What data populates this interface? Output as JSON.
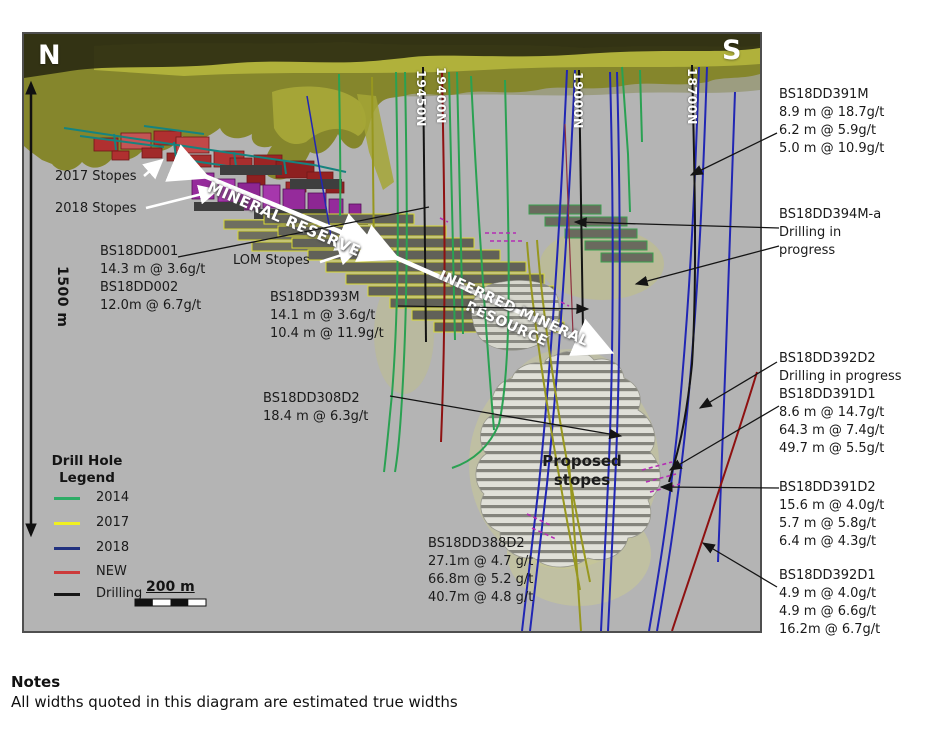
{
  "compass": {
    "north": "N",
    "south": "S"
  },
  "scales": {
    "vertical_extent": "1500 m",
    "bar": "200 m"
  },
  "section_lines": {
    "s1": "19450N",
    "s2": "19400N",
    "s3": "19000N",
    "s4": "18700N"
  },
  "panel_labels": {
    "stopes_2017": "2017 Stopes",
    "stopes_2018": "2018 Stopes",
    "lom_stopes": "LOM Stopes",
    "proposed_line1": "Proposed",
    "proposed_line2": "stopes",
    "reserve_arrow": "MINERAL RESERVE",
    "inferred_line1": "INFERRED MINERAL",
    "inferred_line2": "RESOURCE"
  },
  "left_results": {
    "b001": {
      "l1": "BS18DD001",
      "l2": "14.3 m @ 3.6g/t",
      "l3": "BS18DD002",
      "l4": "12.0m @ 6.7g/t"
    },
    "b393": {
      "l1": "BS18DD393M",
      "l2": "14.1 m @ 3.6g/t",
      "l3": "10.4 m @ 11.9g/t"
    },
    "b308": {
      "l1": "BS18DD308D2",
      "l2": "18.4 m @ 6.3g/t"
    },
    "b388": {
      "l1": "BS18DD388D2",
      "l2": "27.1m @ 4.7 g/t",
      "l3": "66.8m @ 5.2 g/t",
      "l4": "40.7m @ 4.8 g/t"
    }
  },
  "right_results": {
    "b391m": {
      "l1": "BS18DD391M",
      "l2": "8.9 m @ 18.7g/t",
      "l3": "6.2 m @ 5.9g/t",
      "l4": "5.0 m @ 10.9g/t"
    },
    "b394m": {
      "l1": "BS18DD394M-a",
      "l2": "Drilling in",
      "l3": "progress"
    },
    "b392d2": {
      "l1": "BS18DD392D2",
      "l2": "Drilling in progress",
      "l3": "BS18DD391D1",
      "l4": "8.6 m @ 14.7g/t",
      "l5": "64.3 m @ 7.4g/t",
      "l6": "49.7 m @ 5.5g/t"
    },
    "b391d2": {
      "l1": "BS18DD391D2",
      "l2": "15.6 m @ 4.0g/t",
      "l3": "5.7 m @ 5.8g/t",
      "l4": "6.4 m @ 4.3g/t"
    },
    "b392d1": {
      "l1": "BS18DD392D1",
      "l2": "4.9 m @ 4.0g/t",
      "l3": "4.9 m @ 6.6g/t",
      "l4": "16.2m @ 6.7g/t"
    }
  },
  "legend": {
    "title_line1": "Drill Hole",
    "title_line2": "Legend",
    "items": [
      {
        "label": "2014",
        "color": "#2eac66"
      },
      {
        "label": "2017",
        "color": "#f0f020"
      },
      {
        "label": "2018",
        "color": "#223280"
      },
      {
        "label": "NEW",
        "color": "#cc3a3a"
      },
      {
        "label": "Drilling",
        "color": "#161616"
      }
    ]
  },
  "notes": {
    "title": "Notes",
    "body": "All widths quoted in this diagram are estimated true widths"
  },
  "palette": {
    "panel_bg": "#b4b4b4",
    "terrain": "#85862c",
    "stopes_2017": "#b03030",
    "stopes_2018": "#952b9b",
    "lom_outline": "#d8d832",
    "development": "#16837f",
    "proposed_fill": "#dededa"
  }
}
